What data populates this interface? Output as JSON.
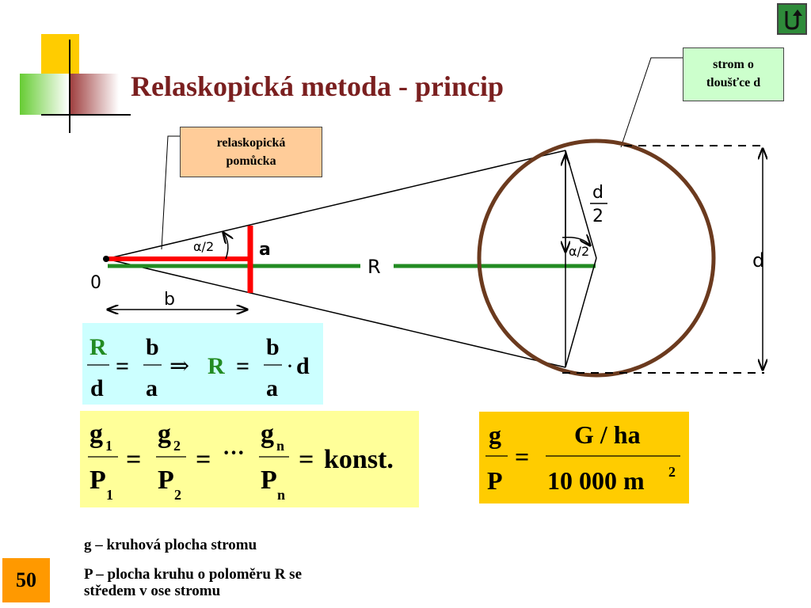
{
  "slide": {
    "title": "Relaskopická metoda - princip",
    "page_number": "50",
    "home_button_label": "home-icon"
  },
  "callouts": {
    "tree": [
      "strom o",
      "tloušťce d"
    ],
    "tool": [
      "relaskopická",
      "pomůcka"
    ]
  },
  "diagram": {
    "label_origin": "0",
    "label_b": "b",
    "label_a": "a",
    "label_R": "R",
    "label_d": "d",
    "label_alpha_left": "α/2",
    "label_alpha_right": "α/2",
    "label_d2_num": "d",
    "label_d2_den": "2"
  },
  "formula1": {
    "lhs_num": "R",
    "lhs_den": "d",
    "eq": "=",
    "mid_num": "b",
    "mid_den": "a",
    "implies": "⇒",
    "rhs_var": "R",
    "eq2": "=",
    "rhs_num": "b",
    "rhs_den": "a",
    "dot": "·",
    "rhs_tail": "d"
  },
  "formula2": {
    "f1_num": "g",
    "f1_num_sub": "1",
    "f1_den": "P",
    "f1_den_sub": "1",
    "eq1": "=",
    "f2_num": "g",
    "f2_num_sub": "2",
    "f2_den": "P",
    "f2_den_sub": "2",
    "eq2": "=",
    "dots": "···",
    "fn_num": "g",
    "fn_num_sub": "n",
    "fn_den": "P",
    "fn_den_sub": "n",
    "eq3": "=",
    "rhs": "konst."
  },
  "formula3": {
    "lhs_num": "g",
    "lhs_den": "P",
    "eq": "=",
    "rhs_num": "G / ha",
    "rhs_den": "10 000 m",
    "rhs_den_sup": "2"
  },
  "notes": {
    "line1": "g – kruhová plocha stromu",
    "line2a": "P – plocha kruhu o poloměru R se",
    "line2b": "středem v ose stromu"
  },
  "colors": {
    "title": "#7a1f1f",
    "circle": "#6b3a1e",
    "red_line": "#ff0000",
    "green_line": "#228b22",
    "formula_R": "#228b22"
  }
}
